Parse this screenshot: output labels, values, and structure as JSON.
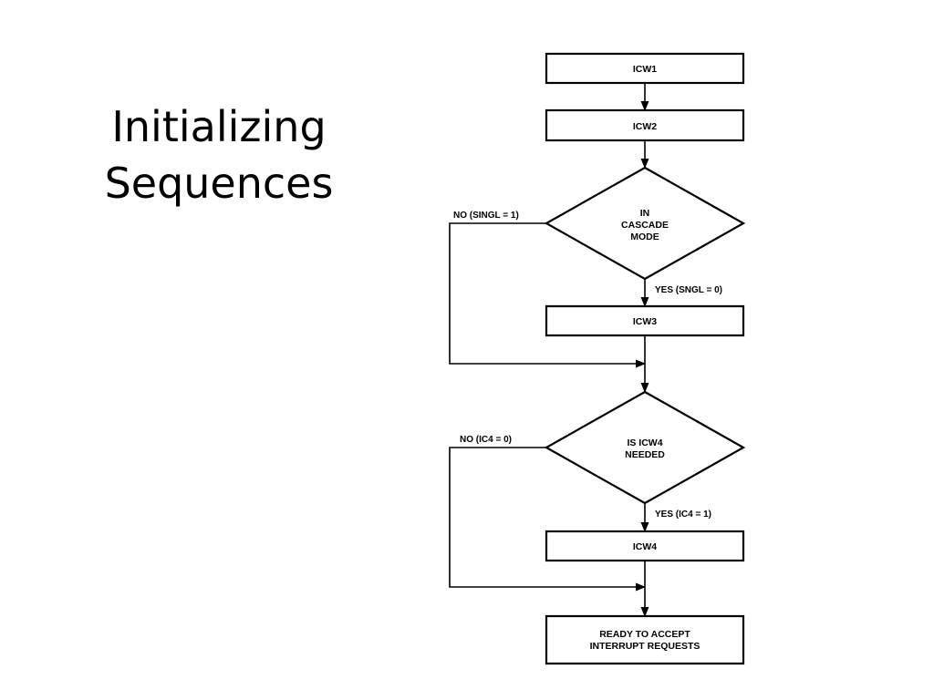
{
  "slide": {
    "title_line1": "Initializing",
    "title_line2": "Sequences"
  },
  "flowchart": {
    "nodes": {
      "icw1": "ICW1",
      "icw2": "ICW2",
      "cascade_decision": [
        "IN",
        "CASCADE",
        "MODE"
      ],
      "icw3": "ICW3",
      "icw4_decision": [
        "IS ICW4",
        "NEEDED"
      ],
      "icw4": "ICW4",
      "ready": [
        "READY TO ACCEPT",
        "INTERRUPT REQUESTS"
      ]
    },
    "edges": {
      "cascade_no": "NO (SINGL = 1)",
      "cascade_yes": "YES (SNGL = 0)",
      "icw4_no": "NO (IC4 = 0)",
      "icw4_yes": "YES (IC4 = 1)"
    }
  }
}
